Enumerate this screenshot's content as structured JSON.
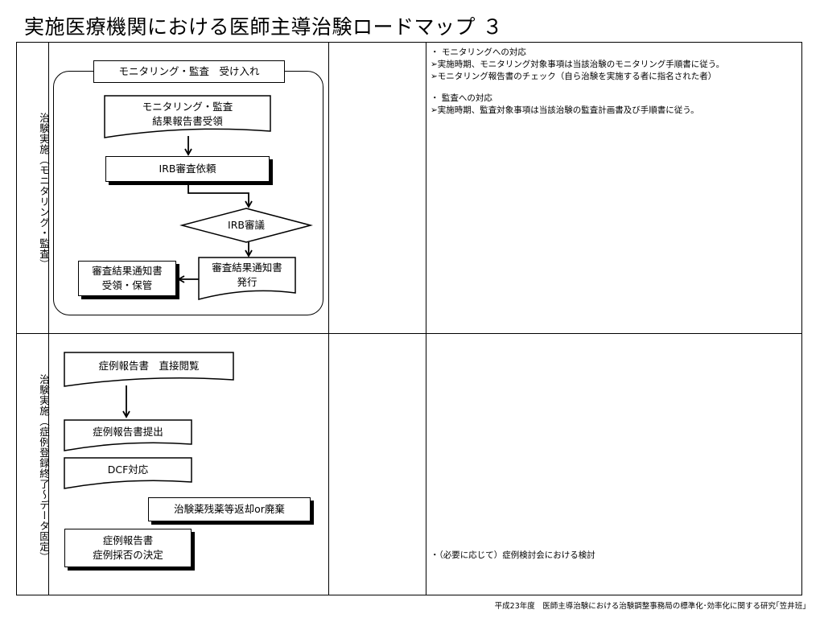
{
  "title": "実施医療機関における医師主導治験ロードマップ ３",
  "footer": "平成23年度　医師主導治験における治験調整事務局の標準化･効率化に関する研究｢笠井班｣",
  "sections": [
    {
      "label": "治験実施（モニタリング・監査）",
      "group_label": "モニタリング・監査　受け入れ",
      "boxes": [
        {
          "lines": [
            "モニタリング・監査",
            "結果報告書受領"
          ]
        },
        {
          "lines": [
            "IRB審査依頼"
          ]
        },
        {
          "lines": [
            "IRB審議"
          ]
        },
        {
          "lines": [
            "審査結果通知書",
            "発行"
          ]
        },
        {
          "lines": [
            "審査結果通知書",
            "受領・保管"
          ]
        }
      ],
      "notes": [
        "・ モニタリングへの対応",
        "➢実施時期、モニタリング対象事項は当該治験のモニタリング手順書に従う。",
        "➢モニタリング報告書のチェック（自ら治験を実施する者に指名された者）",
        "",
        "・ 監査への対応",
        "➢実施時期、監査対象事項は当該治験の監査計画書及び手順書に従う。"
      ]
    },
    {
      "label": "治験実施（症例登録終了～データ固定）",
      "boxes": [
        {
          "lines": [
            "症例報告書　直接閲覧"
          ]
        },
        {
          "lines": [
            "症例報告書提出"
          ]
        },
        {
          "lines": [
            "DCF対応"
          ]
        },
        {
          "lines": [
            "治験薬残薬等返却or廃棄"
          ]
        },
        {
          "lines": [
            "症例報告書",
            "症例採否の決定"
          ]
        }
      ],
      "notes": [
        "・（必要に応じて）症例検討会における検討"
      ]
    }
  ]
}
